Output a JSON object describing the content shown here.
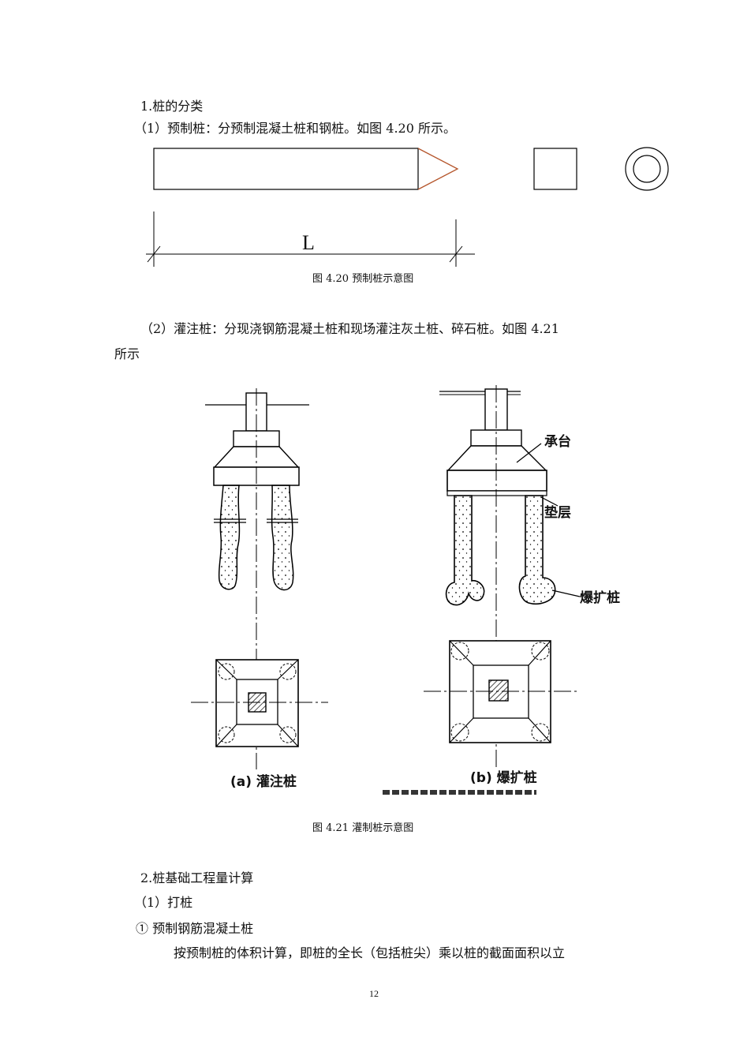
{
  "section1": {
    "heading": "1.桩的分类",
    "item1": "（1）预制桩：分预制混凝土桩和钢桩。如图 4.20 所示。"
  },
  "fig420": {
    "dimension_label": "L",
    "caption": "图 4.20  预制桩示意图",
    "tip_color": "#b5562c"
  },
  "item2": {
    "line1": "（2）灌注桩：分现浇钢筋混凝土桩和现场灌注灰土桩、碎石桩。如图 4.21",
    "line2": "所示"
  },
  "fig421": {
    "label_cap": "承台",
    "label_cushion": "垫层",
    "label_blast": "爆扩桩",
    "sub_a": "(a) 灌注桩",
    "sub_b": "(b) 爆扩桩",
    "caption": "图 4.21  灌制桩示意图"
  },
  "section2": {
    "heading": "2.桩基础工程量计算",
    "sub1": "（1）打桩",
    "sub1a": "① 预制钢筋混凝土桩",
    "para": "按预制桩的体积计算，即桩的全长（包括桩尖）乘以桩的截面面积以立"
  },
  "page_number": "12"
}
